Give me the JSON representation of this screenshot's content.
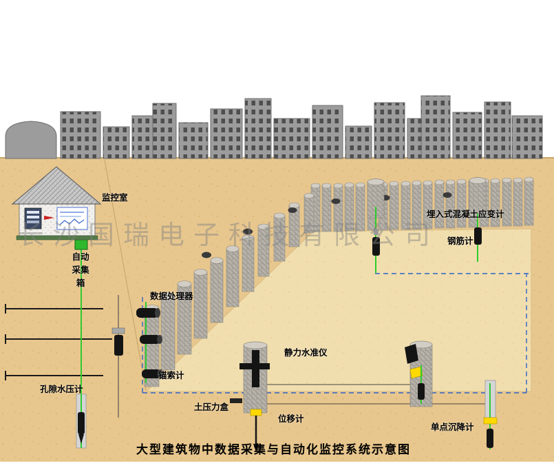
{
  "title": "大型建筑物中数据采集与自动化监控系统示意图",
  "watermark": "长沙国瑞电子科技有限公司",
  "labels": {
    "monitoring_room": "监控室",
    "auto_collection_box": "自动采集箱",
    "embedded_concrete_strain_gauge": "埋入式混凝土应变计",
    "rebar_gauge": "钢筋计",
    "data_processor": "数据处理器",
    "anchor_cable_gauge": "锚索计",
    "pore_water_pressure_gauge": "孔隙水压计",
    "static_level": "静力水准仪",
    "earth_pressure_cell": "土压力盒",
    "displacement_gauge": "位移计",
    "single_point_settlement_gauge": "单点沉降计"
  },
  "colors": {
    "ground": "#E8C78E",
    "pit_floor": "#F1DEAE",
    "pile_gray": "#B6B2AA",
    "building_gray": "#9C9C9C",
    "dashed_outline_blue": "#2E62C9",
    "cable_green": "#2ECC2E",
    "sensor_black": "#141414",
    "cap_yellow": "#FFD900",
    "watermark_gray": "#8C8C8C"
  }
}
